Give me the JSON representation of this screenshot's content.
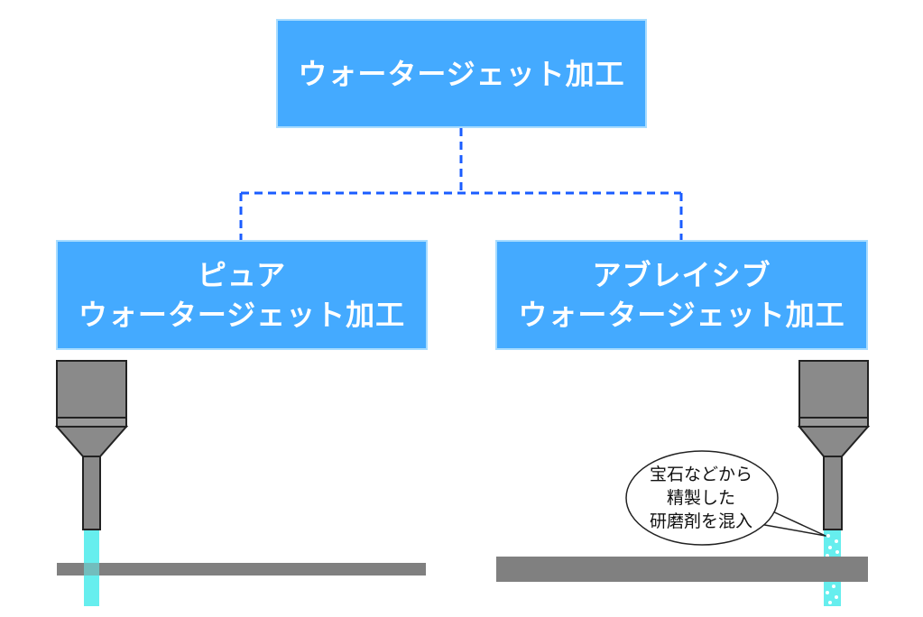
{
  "top": {
    "title": "ウォータージェット加工"
  },
  "left": {
    "line1": "ピュア",
    "line2": "ウォータージェット加工"
  },
  "right": {
    "line1": "アブレイシブ",
    "line2": "ウォータージェット加工"
  },
  "callout": {
    "line1": "宝石などから",
    "line2": "精製した",
    "line3": "研磨剤を混入"
  },
  "colors": {
    "box_fill": "#44aaff",
    "box_border": "#a8dcff",
    "connector": "#1a5cff",
    "nozzle": "#888888",
    "workpiece": "#808080",
    "water_jet": "#66eeee"
  }
}
